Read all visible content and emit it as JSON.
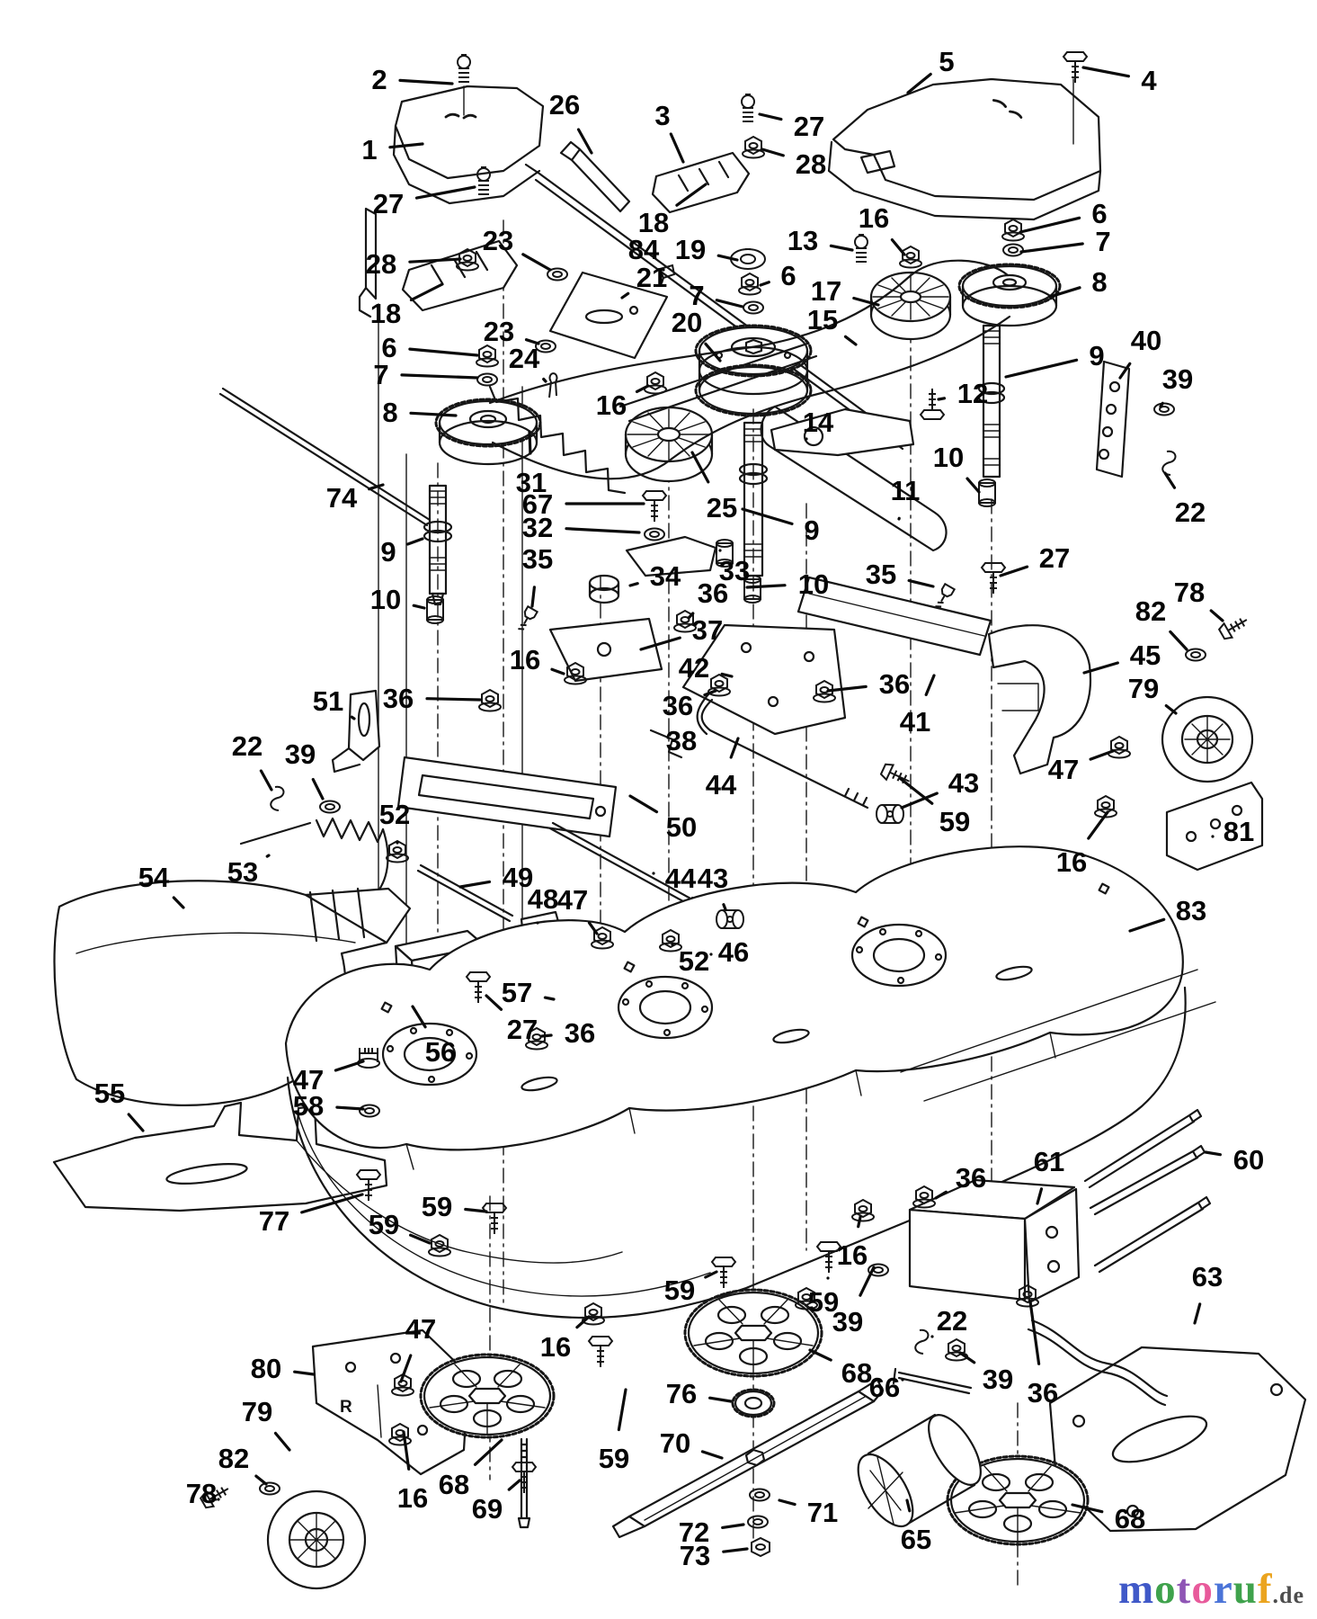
{
  "page": {
    "background": "#ffffff",
    "ink": "#161616"
  },
  "watermark": {
    "letters": [
      {
        "ch": "m",
        "color": "#4059c8"
      },
      {
        "ch": "o",
        "color": "#3fa24c"
      },
      {
        "ch": "t",
        "color": "#8f55b5"
      },
      {
        "ch": "o",
        "color": "#e85a9b"
      },
      {
        "ch": "r",
        "color": "#4b74d8"
      },
      {
        "ch": "u",
        "color": "#3fa24c"
      },
      {
        "ch": "f",
        "color": "#eba41f"
      }
    ],
    "suffix": ".de",
    "suffix_color": "#4d4d4d"
  },
  "diagram": {
    "type": "exploded-parts-diagram",
    "subject": "mower deck assembly",
    "bracket_marking": "R",
    "labels": [
      [
        "2",
        422,
        88,
        503,
        93
      ],
      [
        "1",
        411,
        166,
        470,
        160
      ],
      [
        "26",
        628,
        116,
        658,
        170
      ],
      [
        "3",
        737,
        128,
        760,
        180
      ],
      [
        "27",
        900,
        140,
        845,
        127
      ],
      [
        "28",
        902,
        182,
        848,
        166
      ],
      [
        "5",
        1053,
        68,
        1010,
        103
      ],
      [
        "4",
        1278,
        89,
        1205,
        75
      ],
      [
        "27",
        432,
        226,
        528,
        208
      ],
      [
        "28",
        424,
        293,
        512,
        288
      ],
      [
        "18",
        727,
        247,
        785,
        205
      ],
      [
        "23",
        554,
        267,
        612,
        300
      ],
      [
        "84",
        716,
        277,
        738,
        300
      ],
      [
        "19",
        768,
        277,
        820,
        289
      ],
      [
        "21",
        725,
        308,
        692,
        331
      ],
      [
        "13",
        893,
        267,
        948,
        278
      ],
      [
        "16",
        972,
        242,
        1006,
        283
      ],
      [
        "6",
        1223,
        237,
        1135,
        258
      ],
      [
        "7",
        1227,
        268,
        1136,
        280
      ],
      [
        "8",
        1223,
        313,
        1168,
        330
      ],
      [
        "17",
        919,
        323,
        977,
        339
      ],
      [
        "15",
        915,
        355,
        952,
        383
      ],
      [
        "6",
        877,
        306,
        846,
        317
      ],
      [
        "7",
        775,
        328,
        826,
        341
      ],
      [
        "20",
        764,
        358,
        801,
        401
      ],
      [
        "18",
        429,
        348,
        492,
        316
      ],
      [
        "23",
        555,
        368,
        599,
        382
      ],
      [
        "24",
        583,
        398,
        607,
        424
      ],
      [
        "6",
        433,
        386,
        531,
        395
      ],
      [
        "7",
        424,
        416,
        531,
        420
      ],
      [
        "8",
        434,
        458,
        507,
        462
      ],
      [
        "16",
        680,
        450,
        721,
        429
      ],
      [
        "74",
        380,
        553,
        426,
        539
      ],
      [
        "31",
        591,
        536,
        589,
        480
      ],
      [
        "67",
        598,
        560,
        716,
        560
      ],
      [
        "32",
        598,
        586,
        711,
        592
      ],
      [
        "35",
        598,
        621,
        592,
        674
      ],
      [
        "34",
        740,
        640,
        701,
        651
      ],
      [
        "25",
        803,
        564,
        770,
        503
      ],
      [
        "33",
        817,
        634,
        801,
        612
      ],
      [
        "9",
        903,
        589,
        826,
        566
      ],
      [
        "10",
        905,
        649,
        831,
        653
      ],
      [
        "9",
        432,
        613,
        470,
        599
      ],
      [
        "10",
        429,
        666,
        472,
        676
      ],
      [
        "9",
        1220,
        395,
        1119,
        419
      ],
      [
        "40",
        1275,
        378,
        1246,
        420
      ],
      [
        "39",
        1310,
        421,
        1291,
        452
      ],
      [
        "22",
        1324,
        569,
        1296,
        526
      ],
      [
        "12",
        1082,
        437,
        1044,
        444
      ],
      [
        "14",
        910,
        469,
        897,
        488
      ],
      [
        "10",
        1055,
        508,
        1089,
        547
      ],
      [
        "11",
        1007,
        545,
        1000,
        577
      ],
      [
        "35",
        980,
        638,
        1038,
        652
      ],
      [
        "27",
        1173,
        620,
        1113,
        640
      ],
      [
        "36",
        793,
        659,
        766,
        687
      ],
      [
        "37",
        787,
        700,
        713,
        722
      ],
      [
        "42",
        772,
        742,
        814,
        752
      ],
      [
        "16",
        584,
        733,
        627,
        749
      ],
      [
        "36",
        443,
        776,
        534,
        778
      ],
      [
        "36",
        754,
        784,
        796,
        768
      ],
      [
        "38",
        758,
        823,
        743,
        820
      ],
      [
        "36",
        995,
        760,
        921,
        768
      ],
      [
        "41",
        1018,
        802,
        1039,
        751
      ],
      [
        "44",
        802,
        872,
        821,
        821
      ],
      [
        "43",
        1072,
        870,
        1003,
        898
      ],
      [
        "78",
        1323,
        658,
        1360,
        690
      ],
      [
        "82",
        1280,
        679,
        1320,
        722
      ],
      [
        "45",
        1274,
        728,
        1206,
        748
      ],
      [
        "79",
        1272,
        765,
        1308,
        793
      ],
      [
        "47",
        1183,
        855,
        1238,
        835
      ],
      [
        "81",
        1378,
        924,
        1349,
        930
      ],
      [
        "16",
        1192,
        958,
        1232,
        903
      ],
      [
        "83",
        1325,
        1012,
        1257,
        1035
      ],
      [
        "59",
        1062,
        913,
        1002,
        866
      ],
      [
        "51",
        365,
        779,
        394,
        799
      ],
      [
        "22",
        275,
        829,
        302,
        878
      ],
      [
        "39",
        334,
        838,
        359,
        888
      ],
      [
        "52",
        439,
        905,
        442,
        937
      ],
      [
        "53",
        270,
        969,
        299,
        951
      ],
      [
        "54",
        171,
        975,
        204,
        1009
      ],
      [
        "49",
        576,
        975,
        512,
        986
      ],
      [
        "50",
        758,
        919,
        701,
        885
      ],
      [
        "44",
        757,
        976,
        727,
        971
      ],
      [
        "43",
        793,
        976,
        807,
        1011
      ],
      [
        "48",
        604,
        999,
        598,
        1026
      ],
      [
        "47",
        637,
        1000,
        664,
        1038
      ],
      [
        "46",
        816,
        1058,
        791,
        1061
      ],
      [
        "52",
        772,
        1068,
        748,
        1050
      ],
      [
        "57",
        575,
        1103,
        616,
        1111
      ],
      [
        "27",
        581,
        1144,
        541,
        1107
      ],
      [
        "36",
        645,
        1148,
        603,
        1152
      ],
      [
        "56",
        490,
        1169,
        459,
        1119
      ],
      [
        "47",
        343,
        1200,
        404,
        1180
      ],
      [
        "58",
        343,
        1229,
        404,
        1233
      ],
      [
        "55",
        122,
        1215,
        159,
        1257
      ],
      [
        "77",
        305,
        1357,
        403,
        1328
      ],
      [
        "59",
        486,
        1341,
        541,
        1347
      ],
      [
        "59",
        427,
        1361,
        478,
        1382
      ],
      [
        "59",
        756,
        1434,
        797,
        1414
      ],
      [
        "59",
        916,
        1447,
        921,
        1421
      ],
      [
        "16",
        948,
        1395,
        957,
        1353
      ],
      [
        "36",
        1080,
        1309,
        1041,
        1332
      ],
      [
        "61",
        1167,
        1291,
        1154,
        1338
      ],
      [
        "60",
        1389,
        1289,
        1341,
        1281
      ],
      [
        "63",
        1343,
        1419,
        1329,
        1471
      ],
      [
        "39",
        943,
        1469,
        972,
        1409
      ],
      [
        "22",
        1059,
        1468,
        1037,
        1486
      ],
      [
        "68",
        953,
        1526,
        901,
        1501
      ],
      [
        "66",
        984,
        1542,
        1004,
        1534
      ],
      [
        "39",
        1110,
        1533,
        1068,
        1504
      ],
      [
        "36",
        1160,
        1548,
        1146,
        1447
      ],
      [
        "76",
        758,
        1549,
        813,
        1558
      ],
      [
        "70",
        751,
        1604,
        803,
        1621
      ],
      [
        "59",
        683,
        1621,
        696,
        1545
      ],
      [
        "71",
        915,
        1681,
        867,
        1668
      ],
      [
        "72",
        772,
        1703,
        827,
        1695
      ],
      [
        "73",
        773,
        1729,
        831,
        1722
      ],
      [
        "65",
        1019,
        1711,
        1009,
        1668
      ],
      [
        "80",
        296,
        1521,
        349,
        1528
      ],
      [
        "79",
        286,
        1569,
        322,
        1612
      ],
      [
        "82",
        260,
        1621,
        296,
        1650
      ],
      [
        "78",
        224,
        1660,
        243,
        1667
      ],
      [
        "16",
        459,
        1665,
        449,
        1592
      ],
      [
        "68",
        505,
        1650,
        558,
        1601
      ],
      [
        "69",
        542,
        1677,
        578,
        1646
      ],
      [
        "68",
        1257,
        1688,
        1193,
        1673
      ],
      [
        "16",
        618,
        1497,
        655,
        1464
      ],
      [
        "47",
        468,
        1477,
        446,
        1536
      ]
    ]
  }
}
